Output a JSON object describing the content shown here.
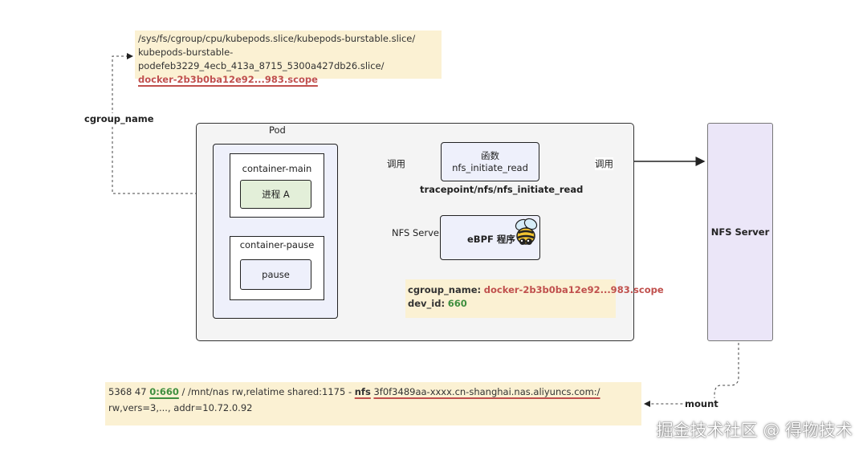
{
  "top_note": {
    "line1": "/sys/fs/cgroup/cpu/kubepods.slice/kubepods-burstable.slice/",
    "line2": "kubepods-burstable-podefeb3229_4ecb_413a_8715_5300a427db26.slice/",
    "line3": "docker-2b3b0ba12e92...983.scope"
  },
  "cgroup_name_label": "cgroup_name",
  "pod": {
    "title": "Pod",
    "container_main": "container-main",
    "process": "进程 A",
    "container_pause": "container-pause",
    "pause": "pause"
  },
  "call_label_1": "调用",
  "call_label_2": "调用",
  "function_box": {
    "line1": "函数",
    "line2": "nfs_initiate_read"
  },
  "tracepoint": "tracepoint/nfs/nfs_initiate_read",
  "nfs_server_small": "NFS Server",
  "ebpf_box": "eBPF 程序",
  "ebpf_note": {
    "cgroup_key": "cgroup_name:",
    "cgroup_val": "docker-2b3b0ba12e92...983.scope",
    "dev_key": "dev_id:",
    "dev_val": "660"
  },
  "nfs_server": "NFS Server",
  "mount_label": "mount",
  "bottom_note": {
    "pre": "5368 47",
    "dev": "0:660",
    "mid": "/ /mnt/nas rw,relatime shared:1175 -",
    "fs": "nfs",
    "src": "3f0f3489aa-xxxx.cn-shanghai.nas.aliyuncs.com:/",
    "line2": "rw,vers=3,..., addr=10.72.0.92"
  },
  "watermark": "掘金技术社区 @ 得物技术",
  "colors": {
    "note_bg": "#fbf1d3",
    "accent_red": "#c0504d",
    "accent_green": "#3f8f3f",
    "container_bg": "#eef0fb",
    "process_bg": "#e3efd9",
    "server_bg": "#ebe6f8"
  }
}
